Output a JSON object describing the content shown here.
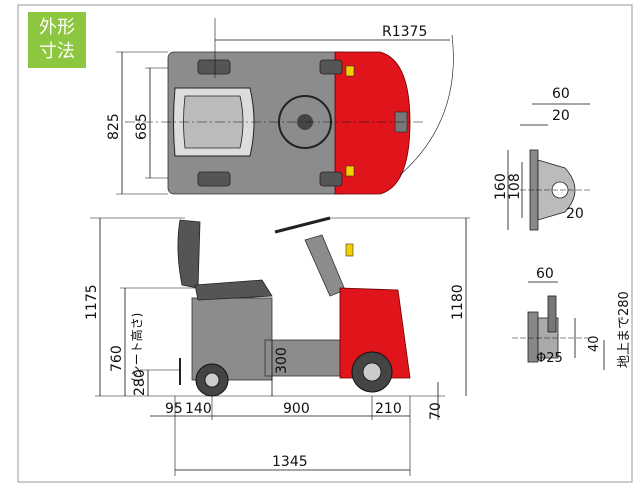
{
  "badge": {
    "line1": "外形",
    "line2": "寸法"
  },
  "colors": {
    "badge": "#8dc63f",
    "body_gray": "#8c8c8c",
    "body_red": "#e0141b"
  },
  "top_view": {
    "radius": "R1375",
    "width_outer": "825",
    "width_inner": "685"
  },
  "hitch_front": {
    "w60": "60",
    "w20": "20",
    "h160": "160",
    "h108": "108",
    "r20": "20"
  },
  "hitch_side": {
    "w60": "60",
    "h40": "40",
    "dia": "Φ25",
    "ground_note": "地上まで280"
  },
  "side_view": {
    "height_total": "1175",
    "height_right": "1180",
    "seat_height": "760",
    "seat_height_note": "(シート高さ)",
    "hitch_height": "280",
    "step_height": "300",
    "ground_clear": "70",
    "overhang_front": "95",
    "overhang_140": "140",
    "wheelbase": "900",
    "rear_210": "210",
    "total_length": "1345"
  }
}
